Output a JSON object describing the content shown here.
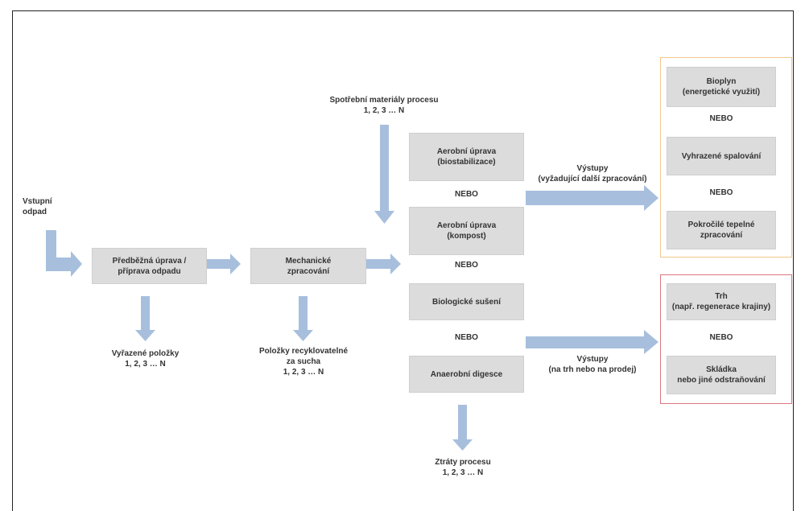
{
  "input": {
    "label": "Vstupní\nodpad"
  },
  "process_boxes": {
    "pretreatment": "Předběžná úprava /\npříprava odpadu",
    "mechanical": "Mechanické\nzpracování",
    "aerobic_biostab": "Aerobní úprava\n(biostabilizace)",
    "aerobic_compost": "Aerobní úprava\n(kompost)",
    "bio_drying": "Biologické sušení",
    "anaerobic": "Anaerobní digesce"
  },
  "or_label": "NEBO",
  "consumables": "Spotřební materiály procesu\n1, 2, 3 … N",
  "rejected": "Vyřazené položky\n1, 2, 3 … N",
  "dry_recyclables": "Položky recyklovatelné\nza sucha\n1, 2, 3 … N",
  "process_losses": "Ztráty procesu\n1, 2, 3 … N",
  "outputs_further": "Výstupy\n(vyžadující další zpracování)",
  "outputs_market": "Výstupy\n(na trh nebo na prodej)",
  "further_group": {
    "biogas": "Bioplyn\n(energetické využití)",
    "incineration": "Vyhrazené spalování",
    "thermal": "Pokročilé tepelné\nzpracování"
  },
  "market_group": {
    "market": "Trh\n(např. regenerace krajiny)",
    "landfill": "Skládka\nnebo jiné odstraňování"
  },
  "colors": {
    "arrow": "#a7bfdd",
    "box_fill": "#dcdcdc",
    "group_orange": "#f3c88a",
    "group_red": "#d9787e"
  }
}
